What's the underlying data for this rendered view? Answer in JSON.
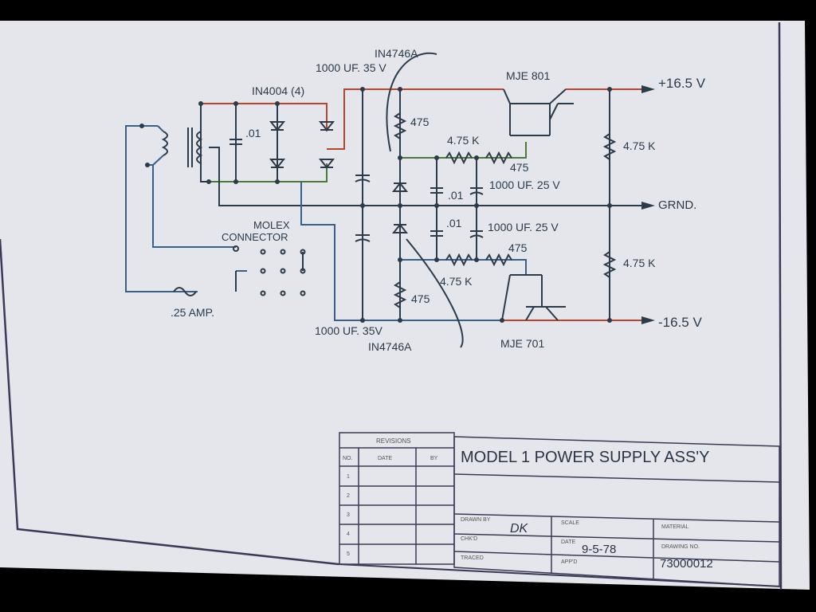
{
  "labels": {
    "transformer_caps": ".01",
    "rectifier": "IN4004 (4)",
    "cap_top_filter": "1000 UF. 35 V",
    "zener_top": "IN4746A",
    "transistor_top": "MJE 801",
    "out_pos": "+16.5 V",
    "out_gnd": "GRND.",
    "out_neg": "-16.5 V",
    "r_475_a": "475",
    "r_475k_a": "4.75 K",
    "r_475_b": "475",
    "cap_01_a": ".01",
    "cap_1000_25_a": "1000 UF. 25 V",
    "cap_01_b": ".01",
    "cap_1000_25_b": "1000 UF. 25 V",
    "r_475_c": "475",
    "r_475k_b": "4.75 K",
    "r_475_d": "475",
    "r_div_top": "4.75 K",
    "r_div_bot": "4.75 K",
    "molex": "MOLEX",
    "connector": "CONNECTOR",
    "fuse": ".25 AMP.",
    "cap_bot_filter": "1000 UF. 35V",
    "zener_bot": "IN4746A",
    "transistor_bot": "MJE 701"
  },
  "title_block": {
    "revisions_header": "REVISIONS",
    "col_no": "NO.",
    "col_date": "DATE",
    "col_by": "BY",
    "rows": [
      "1",
      "2",
      "3",
      "4",
      "5"
    ],
    "title": "MODEL 1 POWER SUPPLY ASS'Y",
    "drawn_by_label": "DRAWN BY",
    "drawn_by_value": "DK",
    "scale_label": "SCALE",
    "material_label": "MATERIAL",
    "chkd_label": "CHK'D",
    "date_label": "DATE",
    "date_value": "9-5-78",
    "drawing_no_label": "DRAWING NO.",
    "drawing_no_value": "73000012",
    "traced_label": "TRACED",
    "appd_label": "APP'D"
  },
  "colors": {
    "paper": "#e6e8ec",
    "ink": "#2c3a4a",
    "red_wire": "#b8462e",
    "green_wire": "#4b7a3a",
    "blue_wire": "#3a5f8a"
  }
}
